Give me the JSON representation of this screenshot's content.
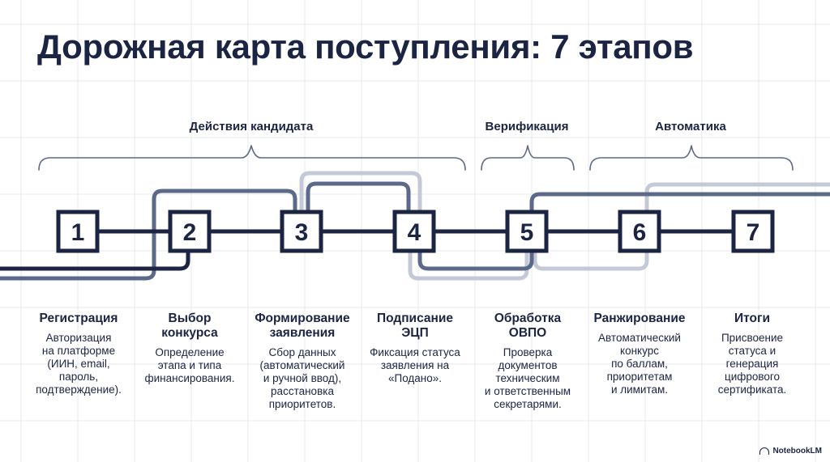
{
  "title": "Дорожная карта поступления: 7 этапов",
  "groups": [
    {
      "label": "Действия кандидата"
    },
    {
      "label": "Верификация"
    },
    {
      "label": "Автоматика"
    }
  ],
  "steps": [
    {
      "number": "1",
      "title": "Регистрация",
      "description": "Авторизация\nна платформе\n(ИИН, email,\nпароль,\nподтверждение)."
    },
    {
      "number": "2",
      "title": "Выбор\nконкурса",
      "description": "Определение\nэтапа и типа\nфинансирования."
    },
    {
      "number": "3",
      "title": "Формирование\nзаявления",
      "description": "Сбор данных\n(автоматический\nи ручной ввод),\nрасстановка\nприоритетов."
    },
    {
      "number": "4",
      "title": "Подписание\nЭЦП",
      "description": "Фиксация статуса\nзаявления на\n«Подано»."
    },
    {
      "number": "5",
      "title": "Обработка\nОВПО",
      "description": "Проверка\nдокументов\nтехническим\nи ответственным\nсекретарями."
    },
    {
      "number": "6",
      "title": "Ранжирование",
      "description": "Автоматический\nконкурс\nпо баллам,\nприоритетам\nи лимитам."
    },
    {
      "number": "7",
      "title": "Итоги",
      "description": "Присвоение\nстатуса и\nгенерация\nцифрового\nсертификата."
    }
  ],
  "colors": {
    "navy": "#1b2442",
    "slate": "#5c6a8a",
    "light": "#c3c9d6",
    "grid": "#e7e9ee"
  },
  "branding": {
    "label": "NotebookLM"
  }
}
